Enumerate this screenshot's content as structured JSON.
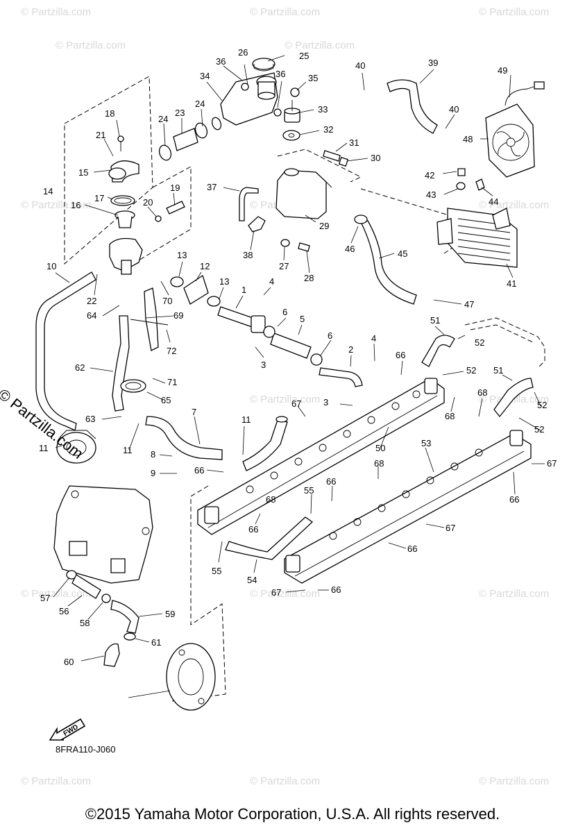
{
  "watermark": {
    "text": "© Partzilla.com",
    "side_text": "© Partzilla.com",
    "color": "#d8d8d8"
  },
  "diagram_code": "8FRA110-J060",
  "fwd_label": "FWD",
  "copyright": "©2015 Yamaha Motor Corporation, U.S.A. All rights reserved.",
  "callouts": [
    {
      "id": "c26",
      "text": "26"
    },
    {
      "id": "c25",
      "text": "25"
    },
    {
      "id": "c36a",
      "text": "36"
    },
    {
      "id": "c34",
      "text": "34"
    },
    {
      "id": "c36b",
      "text": "36"
    },
    {
      "id": "c35",
      "text": "35"
    },
    {
      "id": "c40a",
      "text": "40"
    },
    {
      "id": "c39",
      "text": "39"
    },
    {
      "id": "c49",
      "text": "49"
    },
    {
      "id": "c33",
      "text": "33"
    },
    {
      "id": "c40b",
      "text": "40"
    },
    {
      "id": "c32",
      "text": "32"
    },
    {
      "id": "c18",
      "text": "18"
    },
    {
      "id": "c24a",
      "text": "24"
    },
    {
      "id": "c23",
      "text": "23"
    },
    {
      "id": "c24b",
      "text": "24"
    },
    {
      "id": "c48",
      "text": "48"
    },
    {
      "id": "c21",
      "text": "21"
    },
    {
      "id": "c31",
      "text": "31"
    },
    {
      "id": "c30",
      "text": "30"
    },
    {
      "id": "c15",
      "text": "15"
    },
    {
      "id": "c42",
      "text": "42"
    },
    {
      "id": "c37",
      "text": "37"
    },
    {
      "id": "c19",
      "text": "19"
    },
    {
      "id": "c43",
      "text": "43"
    },
    {
      "id": "c14",
      "text": "14"
    },
    {
      "id": "c17",
      "text": "17"
    },
    {
      "id": "c44",
      "text": "44"
    },
    {
      "id": "c20",
      "text": "20"
    },
    {
      "id": "c16",
      "text": "16"
    },
    {
      "id": "c29",
      "text": "29"
    },
    {
      "id": "c38",
      "text": "38"
    },
    {
      "id": "c46",
      "text": "46"
    },
    {
      "id": "c27",
      "text": "27"
    },
    {
      "id": "c45",
      "text": "45"
    },
    {
      "id": "c10",
      "text": "10"
    },
    {
      "id": "c13a",
      "text": "13"
    },
    {
      "id": "c12",
      "text": "12"
    },
    {
      "id": "c28",
      "text": "28"
    },
    {
      "id": "c41",
      "text": "41"
    },
    {
      "id": "c22",
      "text": "22"
    },
    {
      "id": "c70",
      "text": "70"
    },
    {
      "id": "c13b",
      "text": "13"
    },
    {
      "id": "c4a",
      "text": "4"
    },
    {
      "id": "c1",
      "text": "1"
    },
    {
      "id": "c47",
      "text": "47"
    },
    {
      "id": "c64",
      "text": "64"
    },
    {
      "id": "c69",
      "text": "69"
    },
    {
      "id": "c6a",
      "text": "6"
    },
    {
      "id": "c5",
      "text": "5"
    },
    {
      "id": "c51a",
      "text": "51"
    },
    {
      "id": "c52a",
      "text": "52"
    },
    {
      "id": "c72",
      "text": "72"
    },
    {
      "id": "c6b",
      "text": "6"
    },
    {
      "id": "c4b",
      "text": "4"
    },
    {
      "id": "c3a",
      "text": "3"
    },
    {
      "id": "c2",
      "text": "2"
    },
    {
      "id": "c66a",
      "text": "66"
    },
    {
      "id": "c62",
      "text": "62"
    },
    {
      "id": "c52b",
      "text": "52"
    },
    {
      "id": "c51b",
      "text": "51"
    },
    {
      "id": "c71",
      "text": "71"
    },
    {
      "id": "c68a",
      "text": "68"
    },
    {
      "id": "c65",
      "text": "65"
    },
    {
      "id": "c3b",
      "text": "3"
    },
    {
      "id": "c67a",
      "text": "67"
    },
    {
      "id": "c52c",
      "text": "52"
    },
    {
      "id": "c68b",
      "text": "68"
    },
    {
      "id": "c63",
      "text": "63"
    },
    {
      "id": "c7",
      "text": "7"
    },
    {
      "id": "c11a",
      "text": "11"
    },
    {
      "id": "c52d",
      "text": "52"
    },
    {
      "id": "c50",
      "text": "50"
    },
    {
      "id": "c11b",
      "text": "11"
    },
    {
      "id": "c11c",
      "text": "11"
    },
    {
      "id": "c53",
      "text": "53"
    },
    {
      "id": "c8",
      "text": "8"
    },
    {
      "id": "c68c",
      "text": "68"
    },
    {
      "id": "c67b",
      "text": "67"
    },
    {
      "id": "c9",
      "text": "9"
    },
    {
      "id": "c66b",
      "text": "66"
    },
    {
      "id": "c55a",
      "text": "55"
    },
    {
      "id": "c66c",
      "text": "66"
    },
    {
      "id": "c68d",
      "text": "68"
    },
    {
      "id": "c66d",
      "text": "66"
    },
    {
      "id": "c66e",
      "text": "66"
    },
    {
      "id": "c67c",
      "text": "67"
    },
    {
      "id": "c55b",
      "text": "55"
    },
    {
      "id": "c66f",
      "text": "66"
    },
    {
      "id": "c54",
      "text": "54"
    },
    {
      "id": "c57",
      "text": "57"
    },
    {
      "id": "c67d",
      "text": "67"
    },
    {
      "id": "c66g",
      "text": "66"
    },
    {
      "id": "c56",
      "text": "56"
    },
    {
      "id": "c58",
      "text": "58"
    },
    {
      "id": "c59",
      "text": "59"
    },
    {
      "id": "c61",
      "text": "61"
    },
    {
      "id": "c60",
      "text": "60"
    }
  ]
}
